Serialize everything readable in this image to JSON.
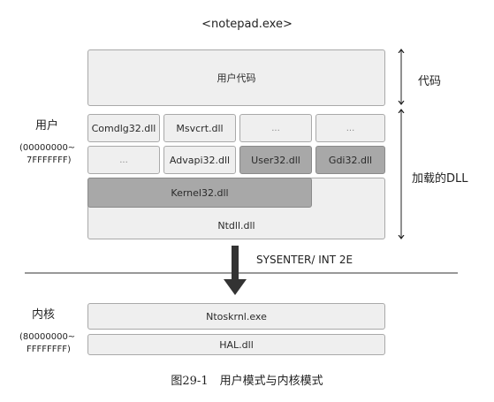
{
  "process_title": "<notepad.exe>",
  "user_section": {
    "label": "用户",
    "range": [
      "(00000000~",
      "7FFFFFFF)"
    ]
  },
  "kernel_section": {
    "label": "内核",
    "range": [
      "(80000000~",
      "FFFFFFFF)"
    ]
  },
  "right_labels": {
    "code": "代码",
    "loaded_dlls": "加载的DLL"
  },
  "boxes": {
    "user_code": "用户代码",
    "comdlg32": "Comdlg32.dll",
    "msvcrt": "Msvcrt.dll",
    "dots_row1_a": "...",
    "dots_row1_b": "...",
    "dots_row2": "...",
    "advapi32": "Advapi32.dll",
    "user32": "User32.dll",
    "gdi32": "Gdi32.dll",
    "kernel32": "Kernel32.dll",
    "ntdll": "Ntdll.dll",
    "ntoskrnl": "Ntoskrnl.exe",
    "hal": "HAL.dll"
  },
  "transition_label": "SYSENTER/ INT 2E",
  "caption": "图29-1　用户模式与内核模式"
}
